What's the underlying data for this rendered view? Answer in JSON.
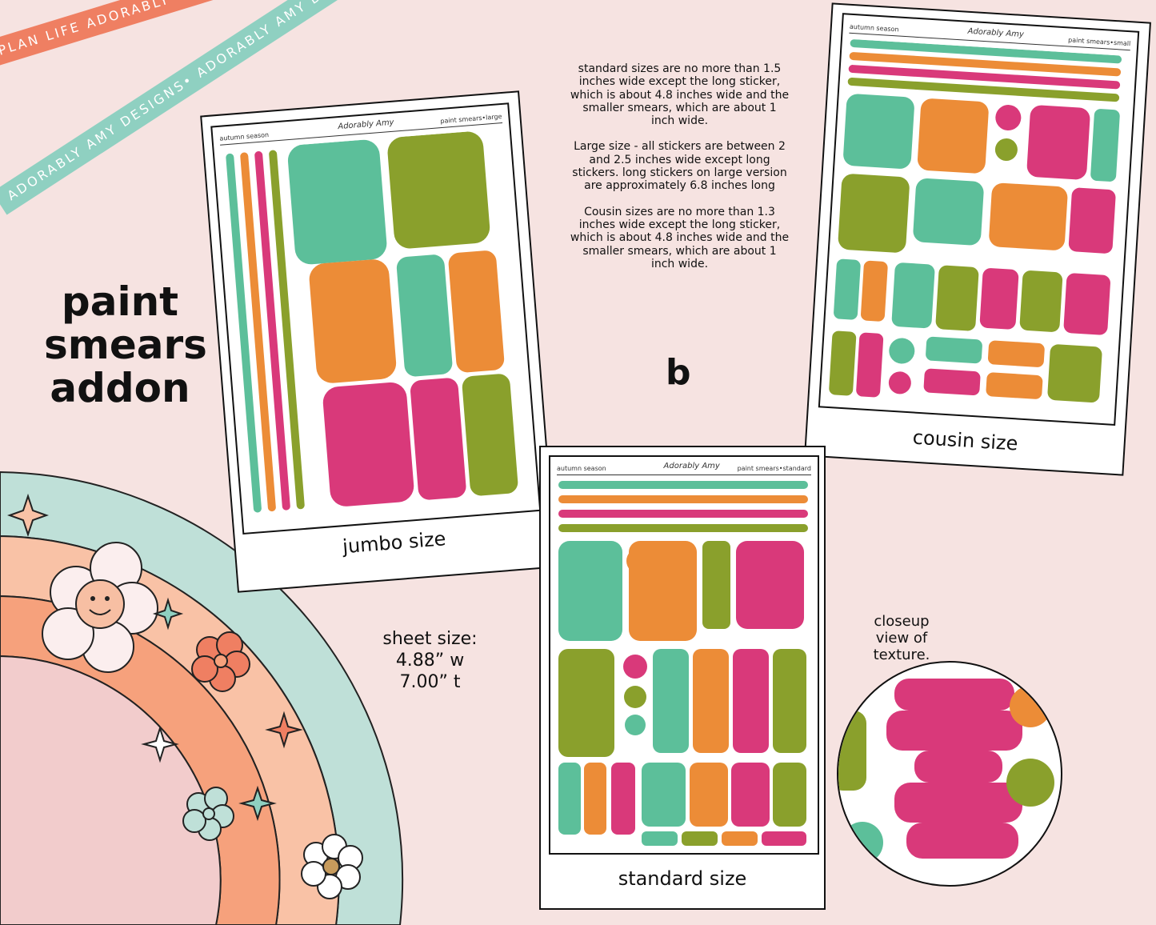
{
  "ribbons": {
    "top": "PLAN LIFE ADORABLY • PLAN LIFE ADORABLY • PLAN LIFE ADORABLY • ",
    "bottom": "ADORABLY AMY DESIGNS• ADORABLY AMY DESIGNS• ADORABLY AMY DESIGNS• A"
  },
  "title": {
    "line1": "paint",
    "line2": "smears",
    "line3": "addon"
  },
  "description": {
    "standard": "standard sizes are no more than 1.5 inches wide except the long sticker, which is about 4.8 inches wide and the smaller smears, which are about 1 inch wide.",
    "large": "Large size - all stickers are between 2 and 2.5 inches wide except long stickers. long stickers on large version are approximately 6.8 inches long",
    "cousin": "Cousin sizes are no more than 1.3 inches wide except the long sticker, which is about 4.8 inches wide and the smaller smears, which are about 1 inch wide."
  },
  "variant_letter": "b",
  "sheets": {
    "jumbo": {
      "left_label": "autumn season",
      "brand": "Adorably Amy",
      "right_label": "paint smears•large",
      "caption": "jumbo size"
    },
    "cousin": {
      "left_label": "autumn season",
      "brand": "Adorably Amy",
      "right_label": "paint smears•small",
      "caption": "cousin size"
    },
    "standard": {
      "left_label": "autumn season",
      "brand": "Adorably Amy",
      "right_label": "paint smears•standard",
      "caption": "standard size"
    }
  },
  "sheet_size": {
    "line1": "sheet size:",
    "line2": "4.88” w",
    "line3": "7.00” t"
  },
  "closeup": {
    "line1": "closeup",
    "line2": "view of",
    "line3": "texture."
  },
  "colors": {
    "background": "#f6e3e1",
    "teal": "#5cbf9a",
    "orange": "#ec8c37",
    "magenta": "#d9397a",
    "olive": "#8aa02c",
    "ribbon_coral": "#ef7f62",
    "ribbon_mint": "#8fd0c1"
  }
}
